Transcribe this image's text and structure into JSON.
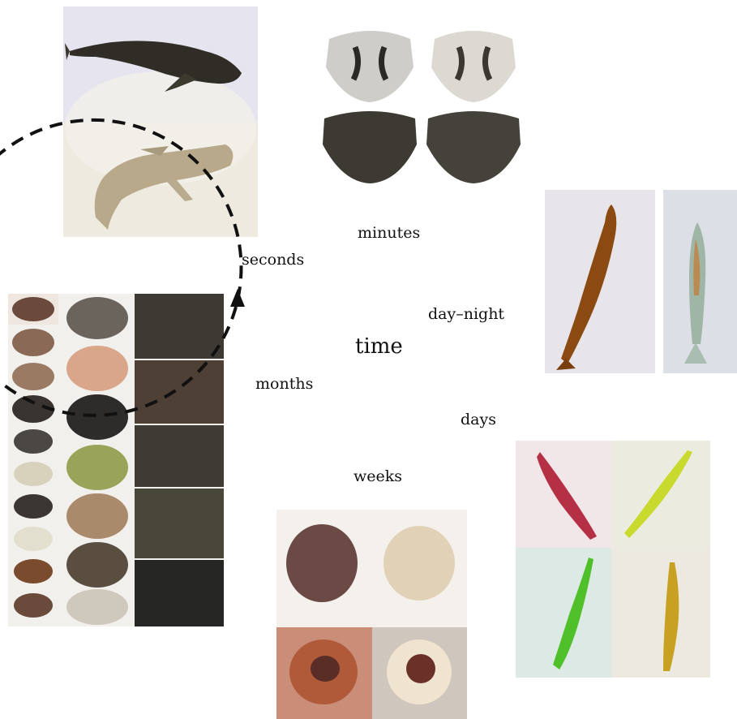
{
  "center_label": "time",
  "timescales": {
    "seconds": "seconds",
    "minutes": "minutes",
    "day_night": "day–night",
    "days": "days",
    "weeks": "weeks",
    "months": "months"
  },
  "photo_panels": [
    {
      "id": "fish-goby",
      "subject": "fish colour change (seconds)"
    },
    {
      "id": "crab-carapace-pale-dark",
      "subject": "crab carapace colour change (minutes)"
    },
    {
      "id": "shrimp-day-night",
      "subject": "shrimp colour change (day-night)"
    },
    {
      "id": "shrimp-background",
      "subject": "shrimp colour change (days)"
    },
    {
      "id": "crab-moult",
      "subject": "crab colour change (weeks)"
    },
    {
      "id": "crab-ontogeny",
      "subject": "crab colour change (months)"
    }
  ],
  "colors": {
    "arrow": "#111111",
    "fish_water": "#e4e3ee",
    "crab_dark": "#3f3c36",
    "shrimp_brown": "#8a4a12",
    "shrimp_red": "#b53044",
    "shrimp_green": "#4fbf2a",
    "shrimp_yellow": "#c9a122"
  }
}
